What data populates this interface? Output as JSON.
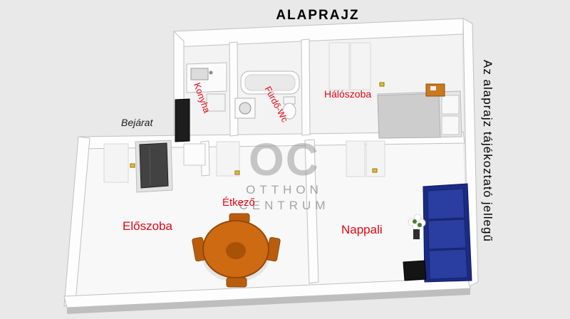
{
  "title": "ALAPRAJZ",
  "disclaimer": "Az alaprajz tájékoztató jellegű",
  "entrance": {
    "label": "Bejárat"
  },
  "watermark": {
    "logo": "OC",
    "line1": "OTTHON",
    "line2": "CENTRUM"
  },
  "rooms": [
    {
      "id": "konyha",
      "label": "Konyha"
    },
    {
      "id": "furdo-wc",
      "label": "Fürdő-Wc"
    },
    {
      "id": "haloszoba",
      "label": "Hálószoba"
    },
    {
      "id": "etkezo",
      "label": "Étkező"
    },
    {
      "id": "eloszoba",
      "label": "Előszoba"
    },
    {
      "id": "nappali",
      "label": "Nappali"
    }
  ],
  "colors": {
    "background": "#e9e9e9",
    "title_black": "#000000",
    "room_label_red": "#e30613",
    "sofa_navy": "#1b2a84",
    "sofa_cushion": "#2a3da0",
    "table_orange": "#cd6a12",
    "chair_orange": "#b95d0d",
    "nightstand_orange": "#c9791e",
    "door_dark": "#424242",
    "fridge_black": "#1d1d1d",
    "marker_yellow": "#e6bd2f",
    "watermark_gray": "#919191"
  }
}
